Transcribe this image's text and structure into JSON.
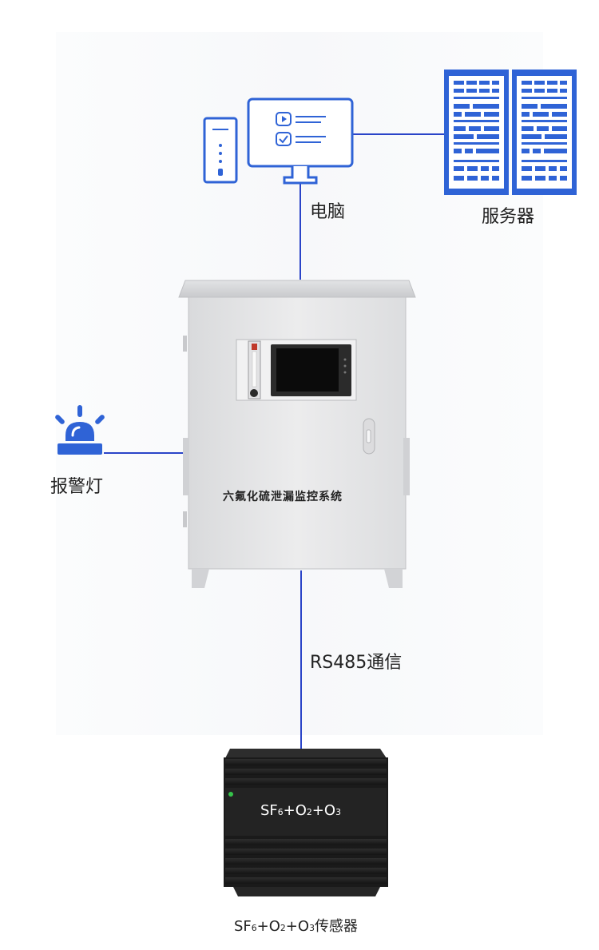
{
  "labels": {
    "computer": "电脑",
    "server": "服务器",
    "alarm": "报警灯",
    "cabinet": "六氟化硫泄漏监控系统",
    "comm": "RS485通信"
  },
  "sensor": {
    "parts": [
      {
        "main": "SF",
        "sub": "6",
        "sep": "+"
      },
      {
        "main": "O",
        "sub": "2",
        "sep": "+"
      },
      {
        "main": "O",
        "sub": "3",
        "sep": ""
      }
    ],
    "bottom_suffix": "传感器"
  },
  "colors": {
    "line": "#2a44c8",
    "icon_blue": "#2f63d6",
    "cabinet": "#e4e5e7",
    "sensor_body": "#1c1c1c"
  },
  "icons": [
    "computer-tower-icon",
    "monitor-icon",
    "server-rack-icon",
    "alarm-light-icon"
  ]
}
